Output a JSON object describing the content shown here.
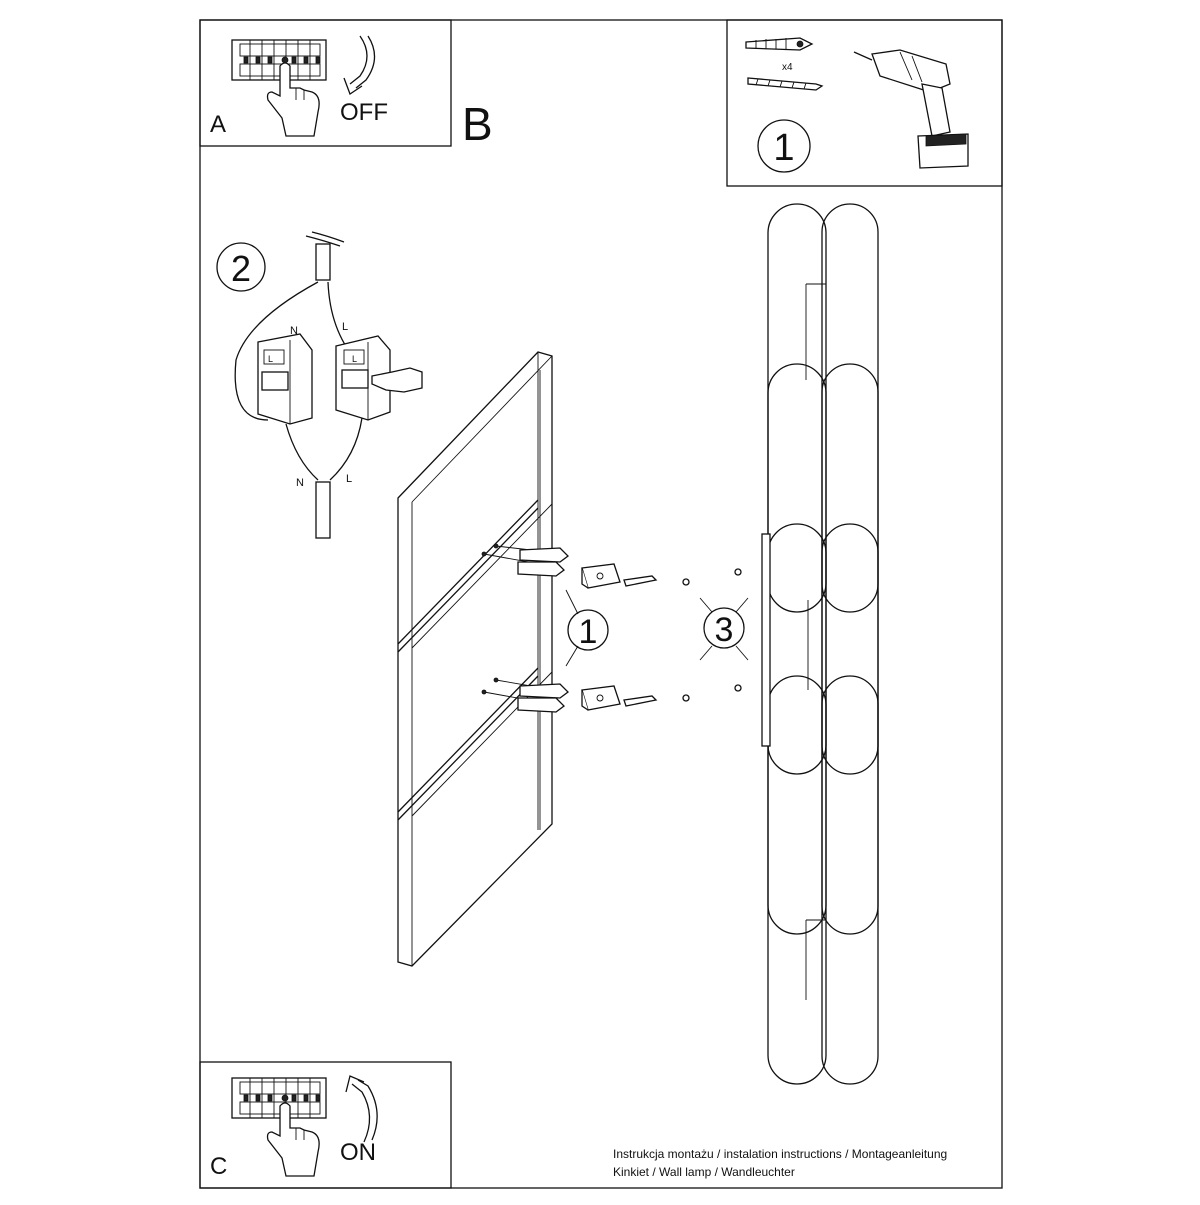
{
  "panels": {
    "a": {
      "letter": "A",
      "switch_label": "OFF"
    },
    "b": {
      "letter": "B"
    },
    "c": {
      "letter": "C",
      "switch_label": "ON"
    }
  },
  "tools": {
    "step_number": "1",
    "quantity": "x4"
  },
  "wiring": {
    "step_number": "2",
    "neutral_label": "N",
    "live_label": "L"
  },
  "mounting": {
    "step_screws": "1",
    "step_fix": "3"
  },
  "footer": {
    "line1": "Instrukcja montażu / instalation instructions / Montageanleitung",
    "line2": "Kinkiet / Wall lamp / Wandleuchter"
  }
}
